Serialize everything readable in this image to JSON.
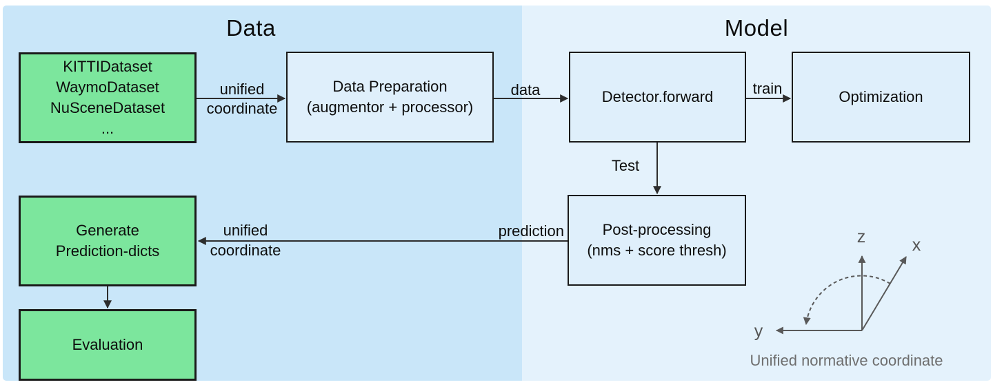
{
  "titles": {
    "data": "Data",
    "model": "Model"
  },
  "boxes": {
    "datasets": {
      "line1": "KITTIDataset",
      "line2": "WaymoDataset",
      "line3": "NuSceneDataset",
      "line4": "..."
    },
    "data_preparation": {
      "line1": "Data Preparation",
      "line2": "(augmentor + processor)"
    },
    "detector": {
      "line1": "Detector.forward"
    },
    "optimization": {
      "line1": "Optimization"
    },
    "post_processing": {
      "line1": "Post-processing",
      "line2": "(nms + score thresh)"
    },
    "generate_prediction": {
      "line1": "Generate",
      "line2": "Prediction-dicts"
    },
    "evaluation": {
      "line1": "Evaluation"
    }
  },
  "edge_labels": {
    "unified_top": {
      "line1": "unified",
      "line2": "coordinate"
    },
    "data": "data",
    "train": "train",
    "test": "Test",
    "prediction": "prediction",
    "unified_bottom": {
      "line1": "unified",
      "line2": "coordinate"
    }
  },
  "axes": {
    "z": "z",
    "x": "x",
    "y": "y",
    "caption": "Unified normative coordinate"
  },
  "colors": {
    "data_region_bg": "#c9e6f9",
    "model_region_bg": "#e4f2fc",
    "box_fill": "#dfeffb",
    "green_fill": "#7ce69d",
    "box_border": "#1a1a1a",
    "arrow": "#2d2d2d",
    "axis": "#595959",
    "caption_text": "#6e6e6e"
  }
}
